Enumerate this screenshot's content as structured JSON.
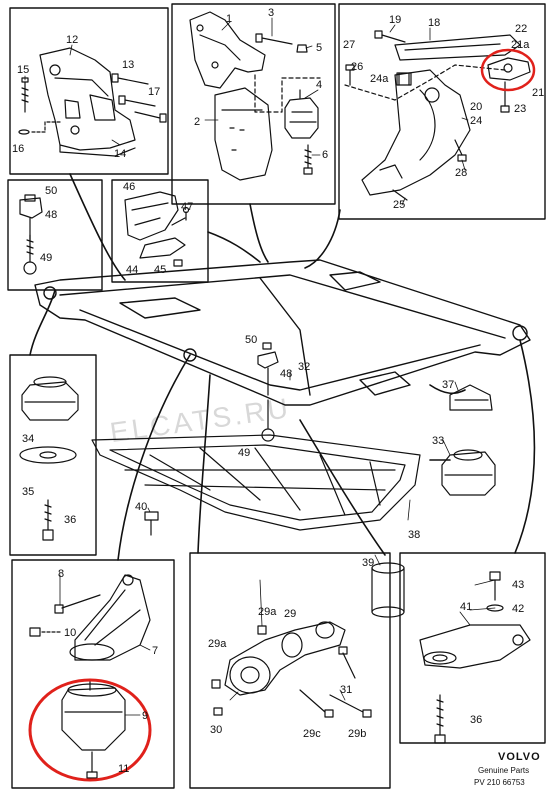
{
  "watermark": "ELCATS.RU",
  "brand": {
    "name": "VOLVO",
    "line1": "Genuine Parts",
    "line2": "PV 210 66753"
  },
  "labels": {
    "l1": "1",
    "l2": "2",
    "l3": "3",
    "l4": "4",
    "l5": "5",
    "l6": "6",
    "l7": "7",
    "l8": "8",
    "l9": "9",
    "l10": "10",
    "l11": "11",
    "l12": "12",
    "l13": "13",
    "l14": "14",
    "l15": "15",
    "l16": "16",
    "l17": "17",
    "l18": "18",
    "l19": "19",
    "l20": "20",
    "l21": "21",
    "l21a": "21a",
    "l22": "22",
    "l23": "23",
    "l24": "24",
    "l24a": "24a",
    "l25": "25",
    "l26": "26",
    "l27": "27",
    "l28": "28",
    "l29": "29",
    "l29a": "29a",
    "l29b": "29b",
    "l29c": "29c",
    "l30": "30",
    "l31": "31",
    "l32": "32",
    "l33": "33",
    "l34": "34",
    "l35": "35",
    "l36": "36",
    "l37": "37",
    "l38": "38",
    "l39": "39",
    "l40": "40",
    "l41": "41",
    "l42": "42",
    "l43": "43",
    "l44": "44",
    "l45": "45",
    "l46": "46",
    "l47": "47",
    "l48": "48",
    "l49": "49",
    "l50": "50"
  },
  "highlight_color": "#e0211b"
}
